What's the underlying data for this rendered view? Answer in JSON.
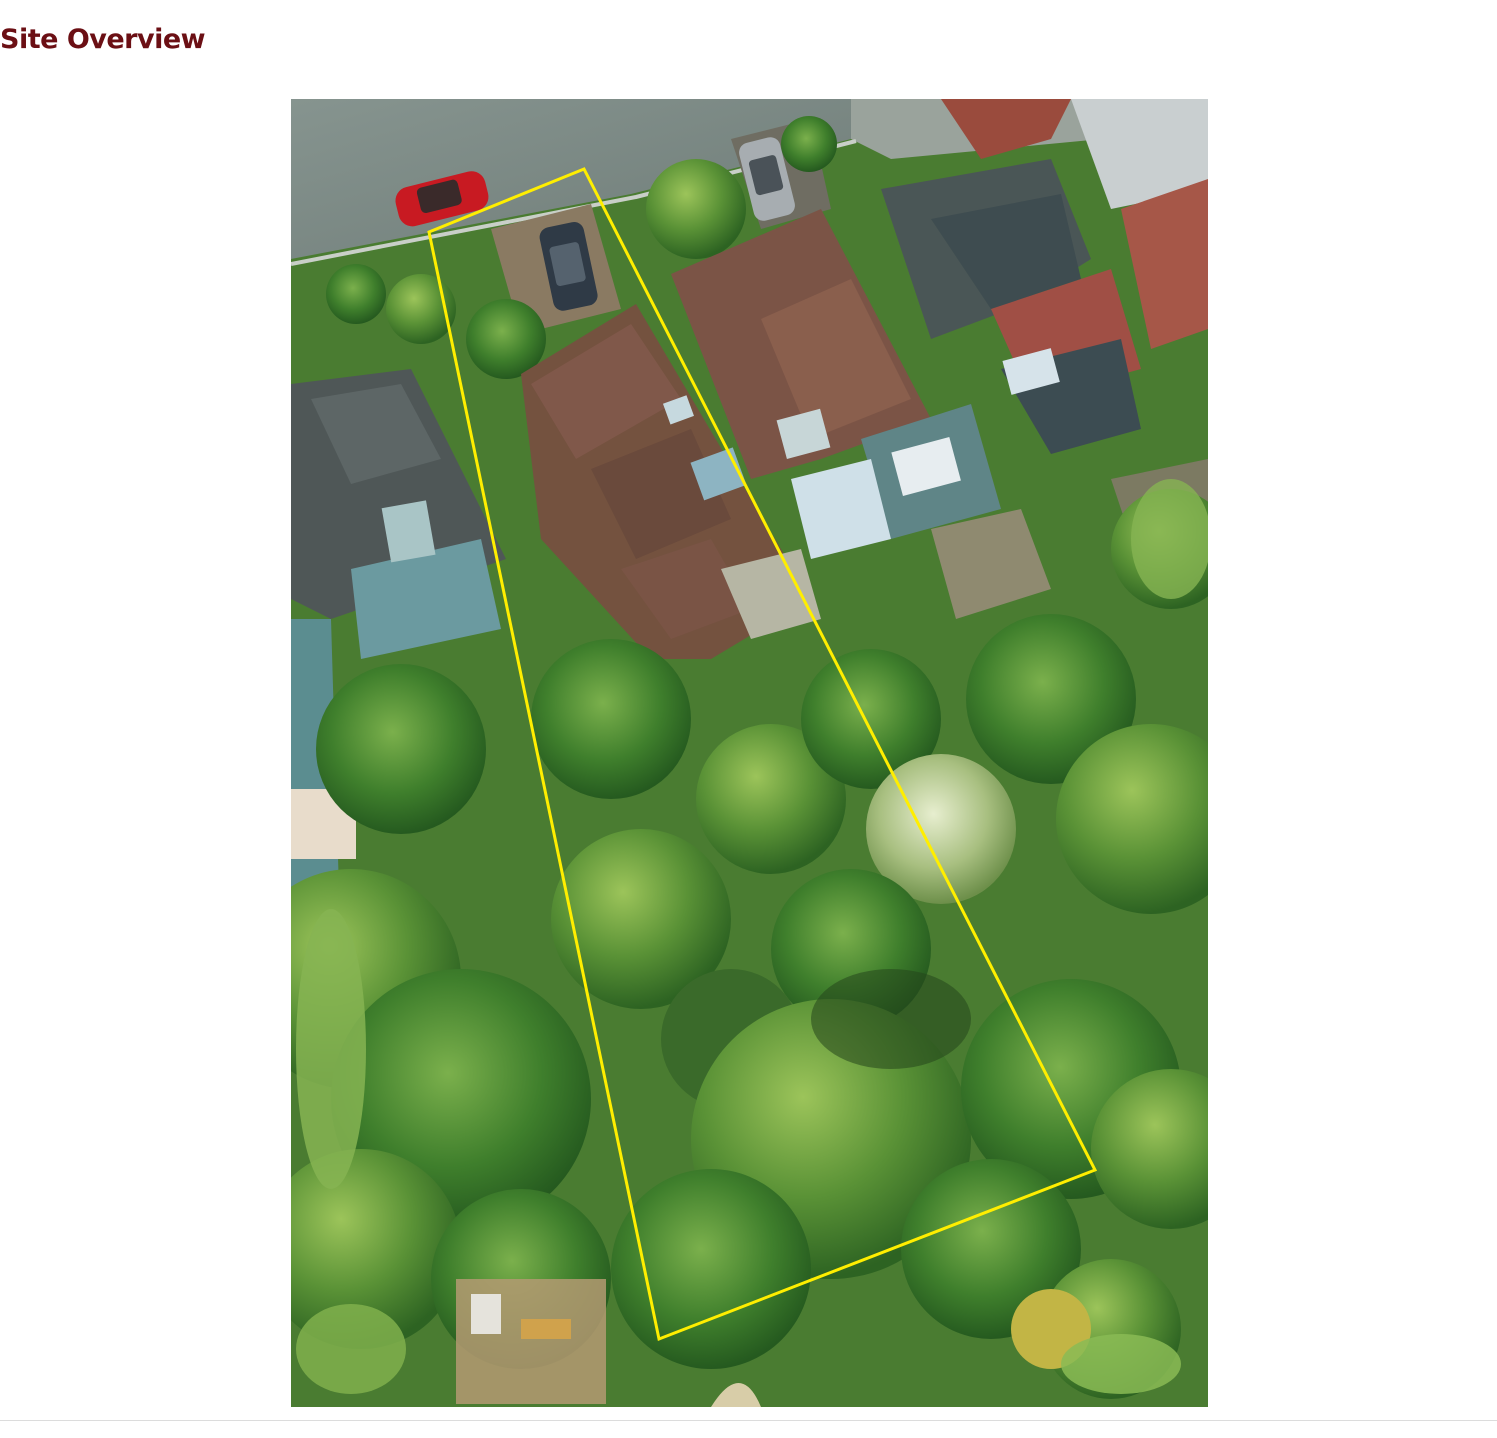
{
  "page": {
    "title": "Site Overview"
  },
  "map": {
    "kind": "aerial-photograph",
    "boundary": {
      "color": "#ffee00",
      "shape": "quadrilateral"
    },
    "colors": {
      "road": "#7f8d88",
      "roof_brown": "#7a5040",
      "roof_grey": "#4e5656",
      "tree_dark": "#2f6a26",
      "tree_light": "#6fa045",
      "lawn": "#7fb04a",
      "car_red": "#c81a22"
    }
  },
  "divider": {
    "color": "#dcdcdc"
  }
}
